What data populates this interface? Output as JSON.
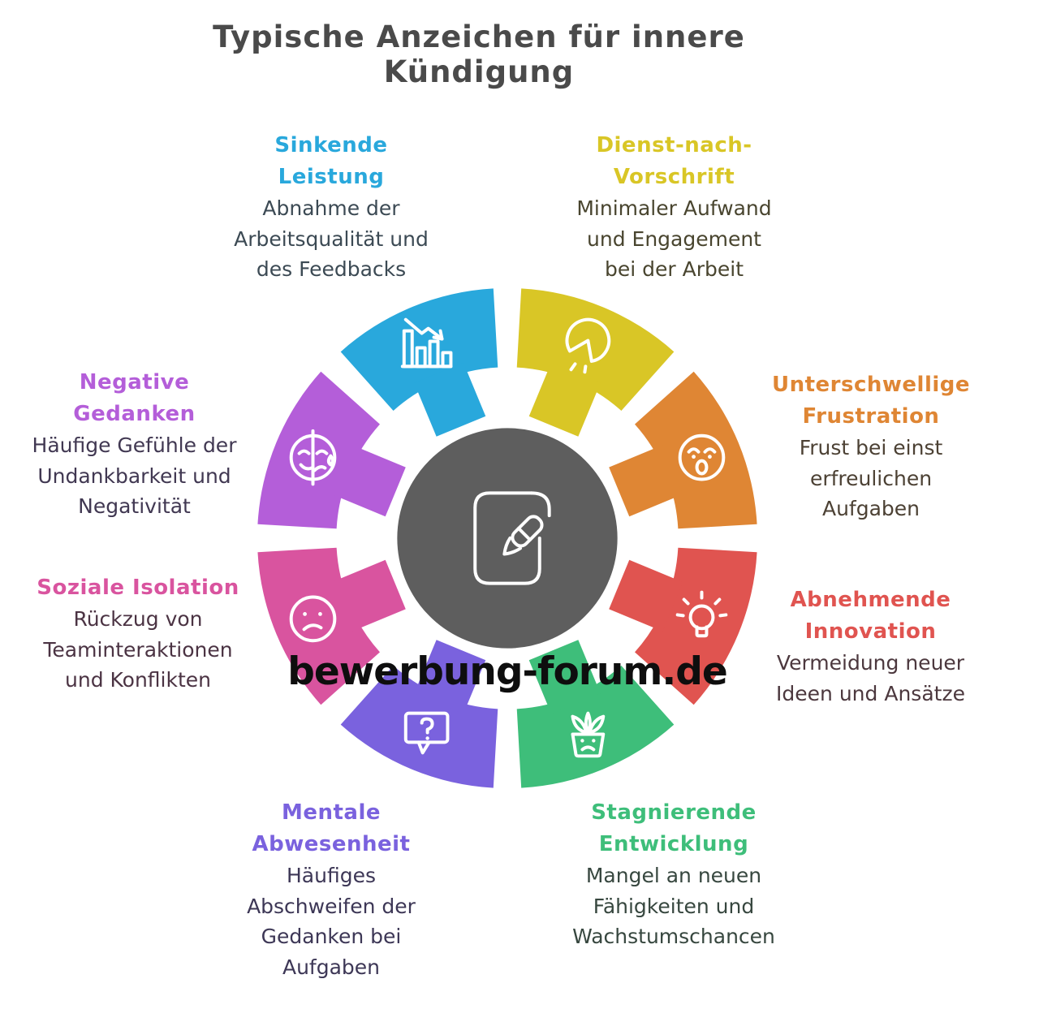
{
  "title": "Typische Anzeichen für innere Kündigung",
  "watermark": "bewerbung-forum.de",
  "center": {
    "icon": "document-pen-icon",
    "color": "#5E5E5E"
  },
  "items": [
    {
      "heading": "Sinkende Leistung",
      "description": "Abnahme der Arbeitsqualität und des Feedbacks",
      "color": "#29A8DC",
      "desc_color": "#3C4A54",
      "icon": "declining-bar-chart-icon"
    },
    {
      "heading": "Dienst-nach-Vorschrift",
      "description": "Minimaler Aufwand und Engagement bei der Arbeit",
      "color": "#D9C626",
      "desc_color": "#49452F",
      "icon": "pie-chart-slice-icon"
    },
    {
      "heading": "Unterschwellige Frustration",
      "description": "Frust bei einst erfreulichen Aufgaben",
      "color": "#DF8634",
      "desc_color": "#4C4134",
      "icon": "surprised-face-icon"
    },
    {
      "heading": "Abnehmende Innovation",
      "description": "Vermeidung neuer Ideen und Ansätze",
      "color": "#E05450",
      "desc_color": "#4C383E",
      "icon": "lightbulb-icon"
    },
    {
      "heading": "Stagnierende Entwicklung",
      "description": "Mangel an neuen Fähigkeiten und Wachstumschancen",
      "color": "#3EBE7A",
      "desc_color": "#37473F",
      "icon": "sad-plant-pot-icon"
    },
    {
      "heading": "Mentale Abwesenheit",
      "description": "Häufiges Abschweifen der Gedanken bei Aufgaben",
      "color": "#7A62DE",
      "desc_color": "#3D3756",
      "icon": "question-speech-bubble-icon"
    },
    {
      "heading": "Soziale Isolation",
      "description": "Rückzug von Teaminteraktionen und Konflikten",
      "color": "#D9549F",
      "desc_color": "#4B3343",
      "icon": "sad-face-icon"
    },
    {
      "heading": "Negative Gedanken",
      "description": "Häufige Gefühle der Undankbarkeit und Negativität",
      "color": "#B45ED9",
      "desc_color": "#413852",
      "icon": "half-happy-half-sad-face-icon"
    }
  ]
}
